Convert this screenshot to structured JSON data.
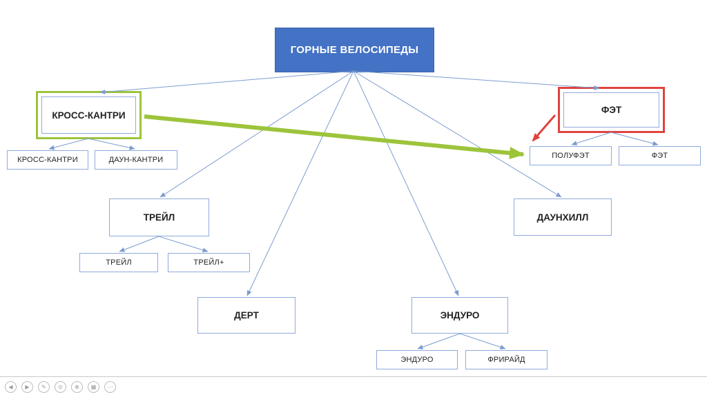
{
  "tree": {
    "root": "ГОРНЫЕ ВЕЛОСИПЕДЫ",
    "branches": [
      {
        "label": "КРОСС-КАНТРИ",
        "highlight": "green",
        "children": [
          "КРОСС-КАНТРИ",
          "ДАУН-КАНТРИ"
        ]
      },
      {
        "label": "ТРЕЙЛ",
        "highlight": null,
        "children": [
          "ТРЕЙЛ",
          "ТРЕЙЛ+"
        ]
      },
      {
        "label": "ДЕРТ",
        "highlight": null,
        "children": []
      },
      {
        "label": "ЭНДУРО",
        "highlight": null,
        "children": [
          "ЭНДУРО",
          "ФРИРАЙД"
        ]
      },
      {
        "label": "ДАУНХИЛЛ",
        "highlight": null,
        "children": []
      },
      {
        "label": "ФЭТ",
        "highlight": "red",
        "children": [
          "ПОЛУФЭТ",
          "ФЭТ"
        ]
      }
    ],
    "annotations": [
      {
        "type": "thick-arrow",
        "color": "#9CC43B",
        "from": "КРОСС-КАНТРИ",
        "to": "ПОЛУФЭТ"
      },
      {
        "type": "arrow",
        "color": "#E0433D",
        "from": "ФЭТ",
        "to": "ПОЛУФЭТ"
      }
    ]
  },
  "colors": {
    "root_fill": "#4472C4",
    "node_border": "#8FAADC",
    "connector": "#7C9CD0",
    "highlight_green": "#9CC43B",
    "highlight_red": "#E0433D",
    "text": "#222222"
  },
  "toolbar": {
    "icons": [
      {
        "name": "previous-slide",
        "glyph": "◀"
      },
      {
        "name": "next-slide",
        "glyph": "▶"
      },
      {
        "name": "pen",
        "glyph": "✎"
      },
      {
        "name": "laser-pointer",
        "glyph": "⊙"
      },
      {
        "name": "zoom",
        "glyph": "⊕"
      },
      {
        "name": "all-slides",
        "glyph": "▦"
      },
      {
        "name": "more-options",
        "glyph": "⋯"
      }
    ]
  }
}
